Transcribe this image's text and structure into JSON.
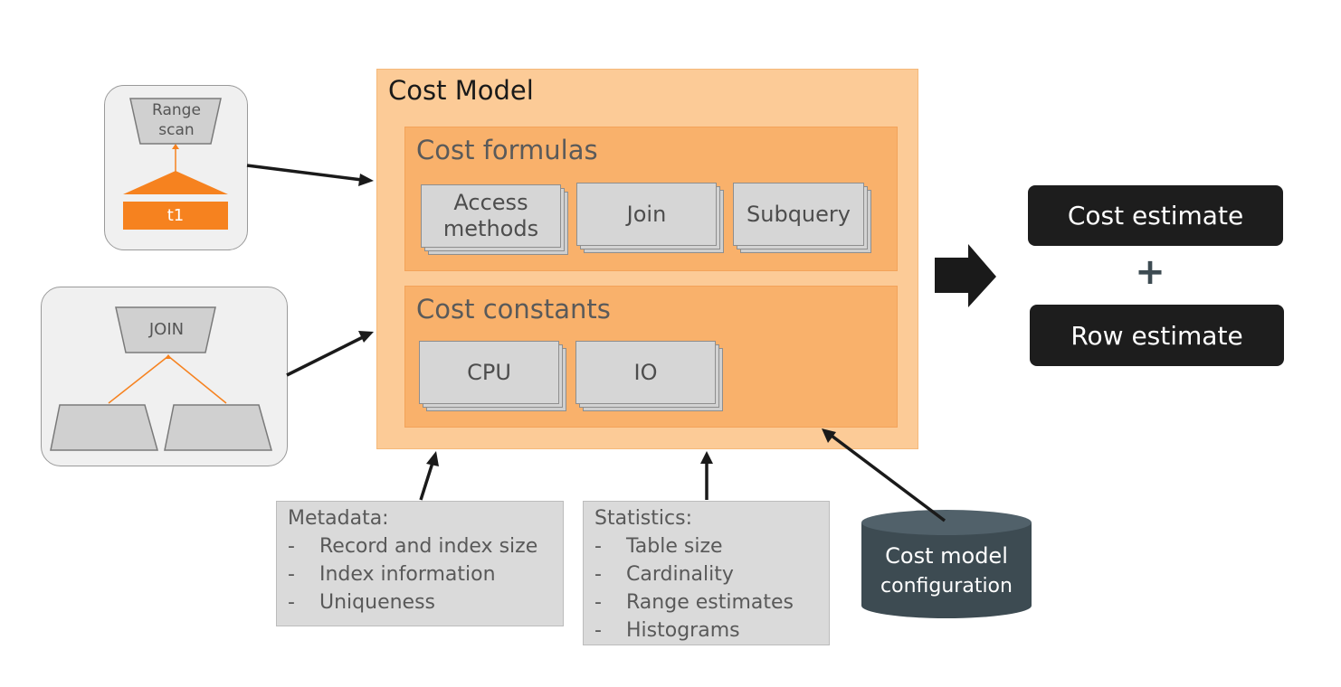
{
  "range_plan": {
    "node_label": "Range scan",
    "table_label": "t1"
  },
  "join_plan": {
    "node_label": "JOIN"
  },
  "cost_model": {
    "title": "Cost Model",
    "formulas": {
      "title": "Cost formulas",
      "items": [
        "Access methods",
        "Join",
        "Subquery"
      ]
    },
    "constants": {
      "title": "Cost constants",
      "items": [
        "CPU",
        "IO"
      ]
    }
  },
  "metadata": {
    "heading": "Metadata:",
    "items": [
      "Record and index size",
      "Index information",
      "Uniqueness"
    ]
  },
  "statistics": {
    "heading": "Statistics:",
    "items": [
      "Table size",
      "Cardinality",
      "Range estimates",
      "Histograms"
    ]
  },
  "config_db": {
    "label_line1": "Cost model",
    "label_line2": "configuration"
  },
  "outputs": {
    "cost_estimate": "Cost estimate",
    "plus": "+",
    "row_estimate": "Row estimate"
  },
  "colors": {
    "orange": "#f6821f",
    "dark": "#1d1d1d",
    "db": "#3d4b52"
  }
}
